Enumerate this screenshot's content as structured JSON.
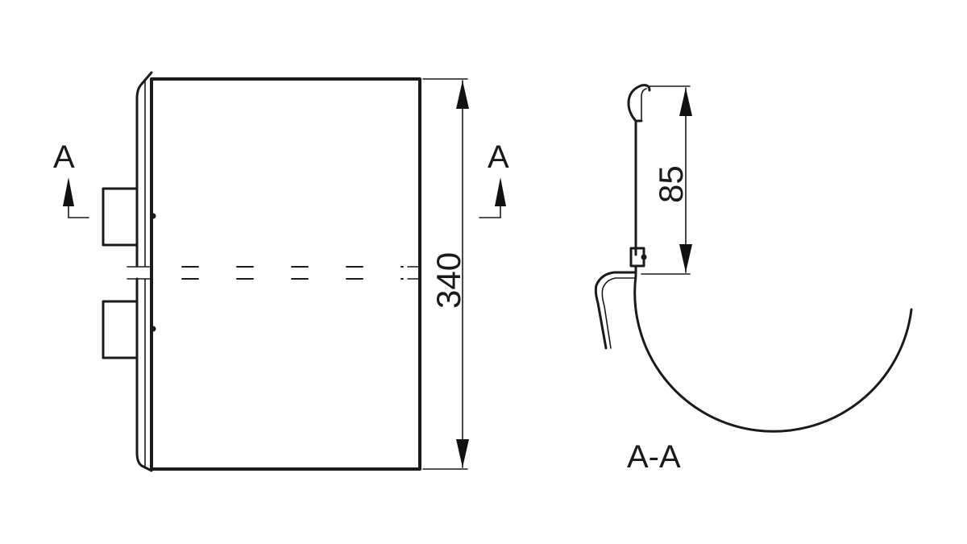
{
  "labels": {
    "section_left": "A",
    "section_right": "A",
    "dim_height": "340",
    "dim_hook": "85",
    "section_view": "A-A"
  },
  "colors": {
    "line": "#1a1a1a",
    "background": "#ffffff"
  }
}
